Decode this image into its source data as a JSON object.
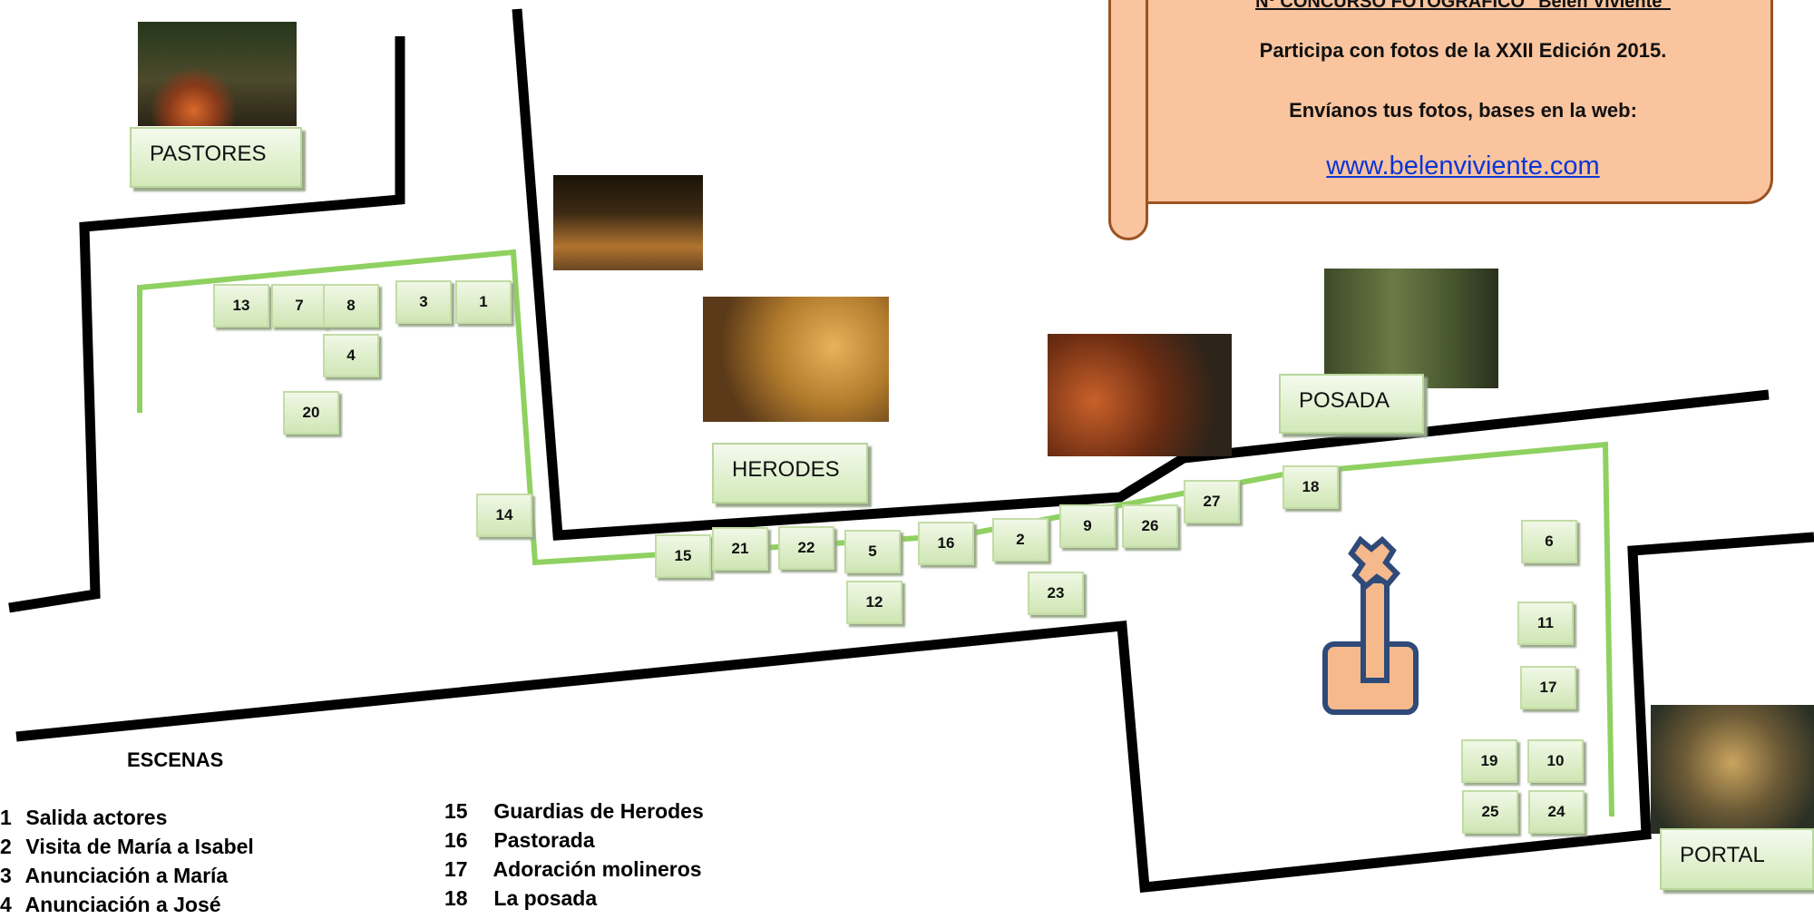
{
  "announcement": {
    "heading": "Nº CONCURSO FOTOGRÁFICO \"Belén Viviente\"",
    "line1": "Participa con fotos de la XXII Edición 2015.",
    "line2": "Envíanos tus fotos, bases en la web:",
    "link": "www.belenviviente.com"
  },
  "places": {
    "pastores": "PASTORES",
    "herodes": "HERODES",
    "posada": "POSADA",
    "portal": "PORTAL"
  },
  "markers": {
    "m1": "1",
    "m2": "2",
    "m3": "3",
    "m4": "4",
    "m5": "5",
    "m6": "6",
    "m7": "7",
    "m8": "8",
    "m9": "9",
    "m10": "10",
    "m11": "11",
    "m12": "12",
    "m13": "13",
    "m14": "14",
    "m15": "15",
    "m16": "16",
    "m17": "17",
    "m18": "18",
    "m19": "19",
    "m20": "20",
    "m21": "21",
    "m22": "22",
    "m23": "23",
    "m24": "24",
    "m25": "25",
    "m26": "26",
    "m27": "27"
  },
  "legend": {
    "title": "ESCENAS",
    "col1": [
      {
        "n": "1",
        "text": "Salida actores"
      },
      {
        "n": "2",
        "text": "Visita de María a Isabel"
      },
      {
        "n": "3",
        "text": "Anunciación a María"
      },
      {
        "n": "4",
        "text": "Anunciación a José"
      }
    ],
    "col2": [
      {
        "n": "15",
        "text": "Guardias de Herodes"
      },
      {
        "n": "16",
        "text": "Pastorada"
      },
      {
        "n": "17",
        "text": "Adoración molineros"
      },
      {
        "n": "18",
        "text": "La posada"
      }
    ]
  },
  "colors": {
    "street": "#000000",
    "route": "#8fd160",
    "scroll_fill": "#f9c49e",
    "scroll_border": "#9a5320",
    "cross_fill": "#f5b98c",
    "cross_border": "#2f4a78"
  }
}
